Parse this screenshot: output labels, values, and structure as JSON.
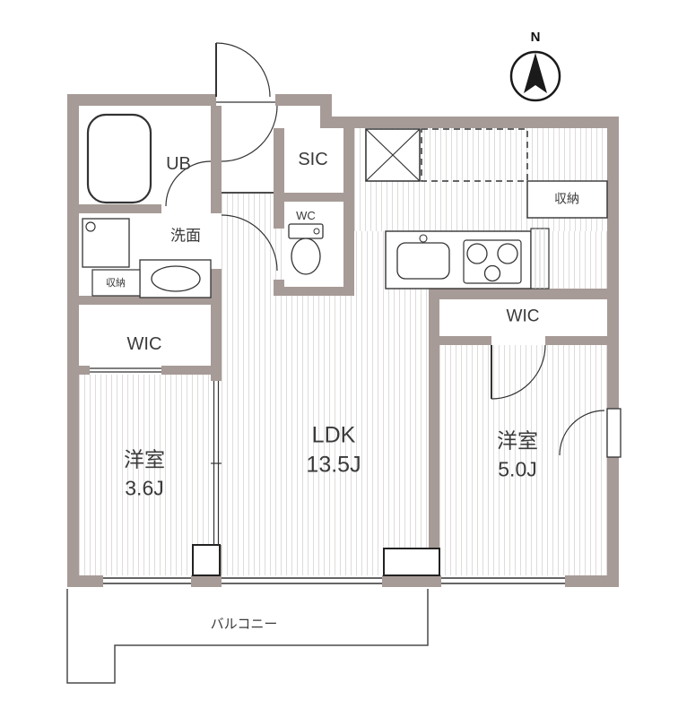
{
  "compass": {
    "north_label": "N"
  },
  "rooms": {
    "ub": {
      "label": "UB"
    },
    "senmen": {
      "label": "洗面"
    },
    "shuno_left": {
      "label": "収納"
    },
    "wic_left": {
      "label": "WIC"
    },
    "youshitsu_left": {
      "name": "洋室",
      "size": "3.6J"
    },
    "sic": {
      "label": "SIC"
    },
    "wc": {
      "label": "WC"
    },
    "ldk": {
      "name": "LDK",
      "size": "13.5J"
    },
    "shuno_right": {
      "label": "収納"
    },
    "wic_right": {
      "label": "WIC"
    },
    "youshitsu_right": {
      "name": "洋室",
      "size": "5.0J"
    },
    "balcony": {
      "label": "バルコニー"
    }
  },
  "colors": {
    "wall": "#a79b97",
    "floor_stripe": "#dedcdb",
    "line": "#333333",
    "background": "#ffffff"
  }
}
